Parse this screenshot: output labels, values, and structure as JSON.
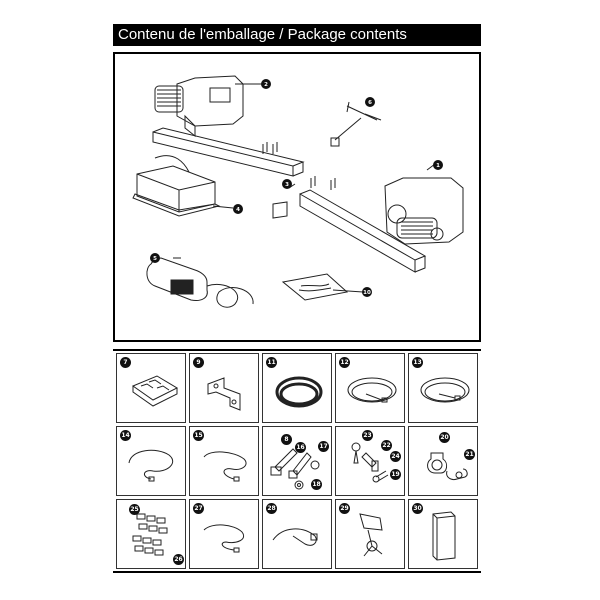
{
  "title": "Contenu de l'emballage / Package contents",
  "diagram": {
    "callouts": [
      "1",
      "2",
      "3",
      "4",
      "5",
      "6",
      "10"
    ]
  },
  "grid": {
    "cells": [
      {
        "labels": [
          "7"
        ]
      },
      {
        "labels": [
          "9"
        ]
      },
      {
        "labels": [
          "11"
        ]
      },
      {
        "labels": [
          "12"
        ]
      },
      {
        "labels": [
          "13"
        ]
      },
      {
        "labels": [
          "14"
        ]
      },
      {
        "labels": [
          "15"
        ]
      },
      {
        "labels": [
          "8",
          "16",
          "17",
          "18"
        ]
      },
      {
        "labels": [
          "23",
          "22",
          "24",
          "19"
        ]
      },
      {
        "labels": [
          "20",
          "21"
        ]
      },
      {
        "labels": [
          "25",
          "26"
        ]
      },
      {
        "labels": [
          "27"
        ]
      },
      {
        "labels": [
          "28"
        ]
      },
      {
        "labels": [
          "29"
        ]
      },
      {
        "labels": [
          "30"
        ]
      }
    ]
  }
}
